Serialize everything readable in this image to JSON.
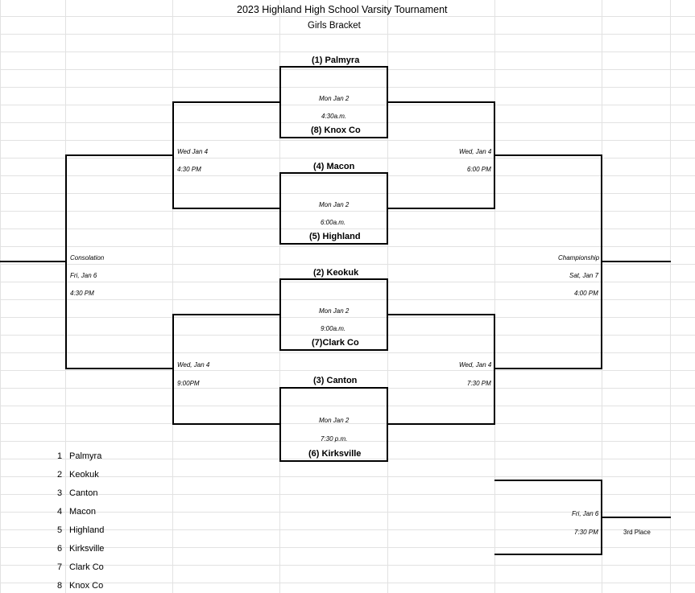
{
  "title": "2023 Highland High School Varsity Tournament",
  "subtitle": "Girls Bracket",
  "round1": [
    {
      "top": "(1) Palmyra",
      "day": "Mon Jan 2",
      "time": "4:30a.m.",
      "bottom": "(8) Knox Co"
    },
    {
      "top": "(4) Macon",
      "day": "Mon Jan 2",
      "time": "6:00a.m.",
      "bottom": "(5) Highland"
    },
    {
      "top": "(2) Keokuk",
      "day": "Mon Jan 2",
      "time": "9:00a.m.",
      "bottom": "(7)Clark Co"
    },
    {
      "top": "(3) Canton",
      "day": "Mon Jan 2",
      "time": "7:30 p.m.",
      "bottom": "(6) Kirksville"
    }
  ],
  "semis_left": [
    {
      "day": "Wed Jan 4",
      "time": "4:30 PM"
    },
    {
      "day": "Wed, Jan 4",
      "time": "9:00PM"
    }
  ],
  "semis_right": [
    {
      "day": "Wed, Jan 4",
      "time": "6:00 PM"
    },
    {
      "day": "Wed, Jan 4",
      "time": "7:30 PM"
    }
  ],
  "consolation": {
    "label": "Consolation",
    "day": "Fri, Jan 6",
    "time": "4:30 PM"
  },
  "championship": {
    "label": "Championship",
    "day": "Sat, Jan 7",
    "time": "4:00 PM"
  },
  "third_place": {
    "day": "Fri, Jan 6",
    "time": "7:30 PM",
    "label": "3rd Place"
  },
  "seeds": [
    {
      "n": "1",
      "team": "Palmyra"
    },
    {
      "n": "2",
      "team": "Keokuk"
    },
    {
      "n": "3",
      "team": "Canton"
    },
    {
      "n": "4",
      "team": "Macon"
    },
    {
      "n": "5",
      "team": "Highland"
    },
    {
      "n": "6",
      "team": "Kirksville"
    },
    {
      "n": "7",
      "team": "Clark Co"
    },
    {
      "n": "8",
      "team": "Knox Co"
    }
  ]
}
